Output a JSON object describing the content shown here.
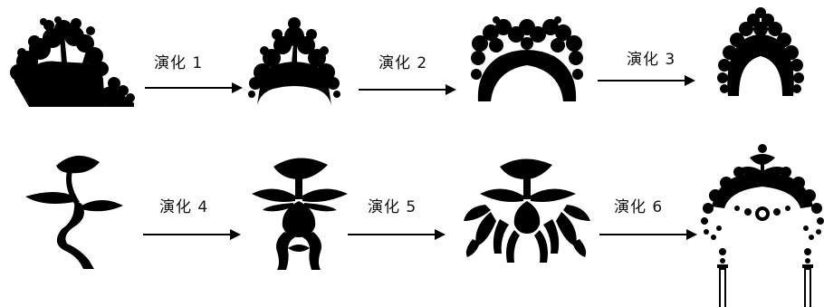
{
  "diagram": {
    "row1": {
      "arrows": [
        {
          "label": "演化 1"
        },
        {
          "label": "演化 2"
        },
        {
          "label": "演化 3"
        }
      ],
      "stages": [
        "bonsai-tree",
        "tree-arch",
        "wide-tree-arch",
        "tall-tree-arch"
      ]
    },
    "row2": {
      "arrows": [
        {
          "label": "演化 4"
        },
        {
          "label": "演化 5"
        },
        {
          "label": "演化 6"
        }
      ],
      "stages": [
        "sprout",
        "knotted-sprout",
        "sprout-cluster",
        "ornament-arch"
      ]
    },
    "colors": {
      "ink": "#000000",
      "background": "#ffffff"
    }
  }
}
